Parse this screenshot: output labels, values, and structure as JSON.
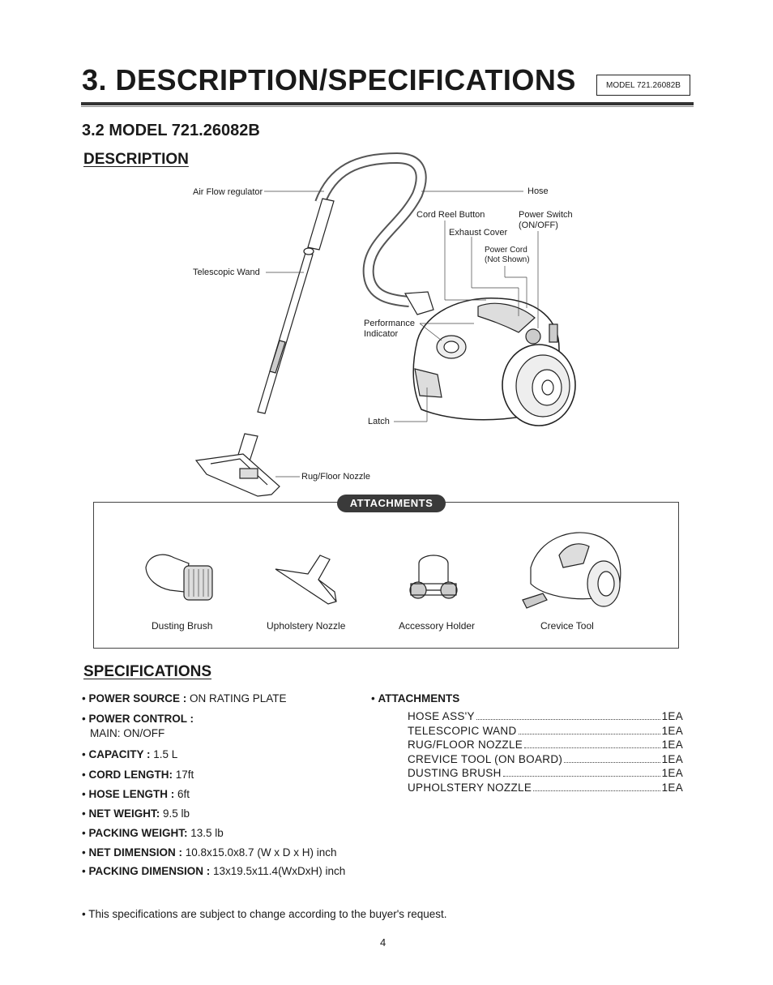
{
  "header": {
    "title": "3. DESCRIPTION/SPECIFICATIONS",
    "model_box": "MODEL 721.26082B"
  },
  "subheader": {
    "title": "3.2 MODEL 721.26082B"
  },
  "description": {
    "heading": "DESCRIPTION",
    "callouts": {
      "air_flow": "Air Flow regulator",
      "hose": "Hose",
      "cord_reel": "Cord Reel Button",
      "power_switch": "Power Switch",
      "power_switch_sub": "(ON/OFF)",
      "exhaust": "Exhaust Cover",
      "power_cord": "Power Cord",
      "power_cord_sub": "(Not Shown)",
      "telescopic": "Telescopic Wand",
      "performance": "Performance",
      "performance_sub": "Indicator",
      "latch": "Latch",
      "nozzle": "Rug/Floor Nozzle"
    }
  },
  "attachments_panel": {
    "badge": "ATTACHMENTS",
    "items": [
      "Dusting Brush",
      "Upholstery Nozzle",
      "Accessory Holder",
      "Crevice Tool"
    ]
  },
  "specifications": {
    "heading": "SPECIFICATIONS",
    "items": [
      {
        "label": "POWER SOURCE :",
        "value": " ON RATING PLATE"
      },
      {
        "label": "POWER CONTROL :",
        "value": ""
      },
      {
        "label": "",
        "value": "MAIN: ON/OFF"
      },
      {
        "label": "CAPACITY :",
        "value": " 1.5 L"
      },
      {
        "label": "CORD LENGTH:",
        "value": " 17ft"
      },
      {
        "label": "HOSE LENGTH :",
        "value": " 6ft"
      },
      {
        "label": "NET WEIGHT:",
        "value": " 9.5 lb"
      },
      {
        "label": "PACKING WEIGHT:",
        "value": " 13.5 lb"
      },
      {
        "label": "NET DIMENSION :",
        "value": " 10.8x15.0x8.7 (W x D x H) inch"
      },
      {
        "label": "PACKING DIMENSION :",
        "value": " 13x19.5x11.4(WxDxH) inch"
      }
    ],
    "note": "This specifications are subject to change according to the buyer's request.",
    "attachments": {
      "heading": "ATTACHMENTS",
      "rows": [
        {
          "name": "HOSE ASS'Y",
          "qty": "1EA"
        },
        {
          "name": "TELESCOPIC WAND",
          "qty": "1EA"
        },
        {
          "name": "RUG/FLOOR NOZZLE",
          "qty": "1EA"
        },
        {
          "name": "CREVICE TOOL (ON BOARD)",
          "qty": "1EA"
        },
        {
          "name": "DUSTING BRUSH",
          "qty": "1EA"
        },
        {
          "name": "UPHOLSTERY NOZZLE",
          "qty": "1EA"
        }
      ]
    }
  },
  "footer": {
    "page_number": "4"
  }
}
